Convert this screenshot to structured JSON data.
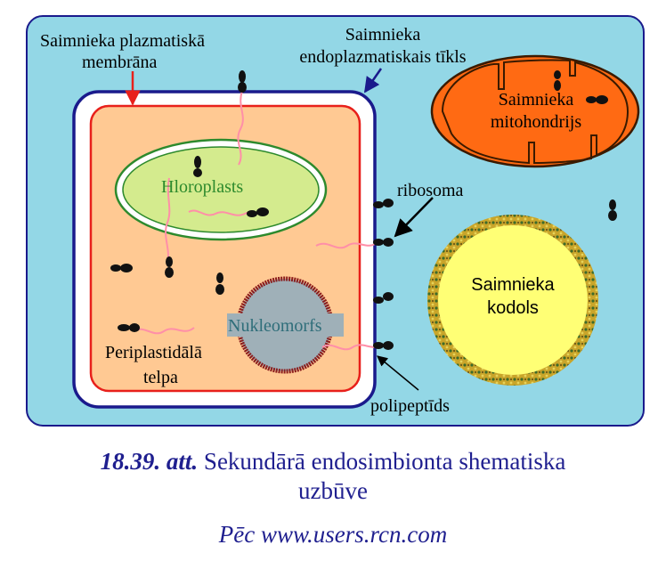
{
  "labels": {
    "host_membrane_1": "Saimnieka plazmatiskā",
    "host_membrane_2": "membrāna",
    "host_er_1": "Saimnieka",
    "host_er_2": "endoplazmatiskais tīkls",
    "host_mito_1": "Saimnieka",
    "host_mito_2": "mitohondrijs",
    "chloroplast": "Hloroplasts",
    "ribosome": "ribosoma",
    "host_nucleus_1": "Saimnieka",
    "host_nucleus_2": "kodols",
    "nucleomorph": "Nukleomorfs",
    "periplastid_1": "Periplastidālā",
    "periplastid_2": "telpa",
    "polypeptide": "polipeptīds"
  },
  "caption": {
    "number": "18.39. att.",
    "title_1": "Sekundārā endosimbionta shematiska",
    "title_2": "uzbūve",
    "source": "Pēc www.users.rcn.com"
  },
  "colors": {
    "host_cytoplasm": "#93d7e6",
    "er_membrane": "#1a1a8c",
    "endosymbiont": "#ffc993",
    "plasma_membrane_red": "#e8201b",
    "chloroplast_fill": "#d4eb8e",
    "chloroplast_border": "#2d8a2d",
    "mitochondrion": "#ff6a13",
    "nucleus": "#ffff75",
    "nucleus_border": "#b89a1e",
    "nucleomorph": "#9fb0b8",
    "nucleomorph_border": "#8b1d1d",
    "polypeptide": "#ff8fa8",
    "caption_text": "#1f1f8f"
  }
}
